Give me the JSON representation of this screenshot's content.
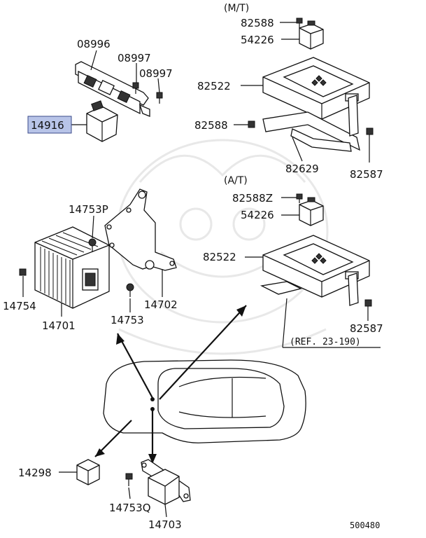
{
  "sections": {
    "mt": "(M/T)",
    "at": "(A/T)"
  },
  "reference": "(REF. 23-190)",
  "diagram_code": "500480",
  "parts": {
    "p08996": "08996",
    "p08997a": "08997",
    "p08997b": "08997",
    "p14916": "14916",
    "p82588_mt_top": "82588",
    "p54226_mt": "54226",
    "p82522_mt": "82522",
    "p82588_mt_side": "82588",
    "p82629": "82629",
    "p82587_mt": "82587",
    "p82588z": "82588Z",
    "p54226_at": "54226",
    "p82522_at": "82522",
    "p82587_at": "82587",
    "p14753p": "14753P",
    "p14754": "14754",
    "p14701": "14701",
    "p14702": "14702",
    "p14753": "14753",
    "p14298": "14298",
    "p14753q": "14753Q",
    "p14703": "14703"
  },
  "highlight_color": "#b8c4e8"
}
